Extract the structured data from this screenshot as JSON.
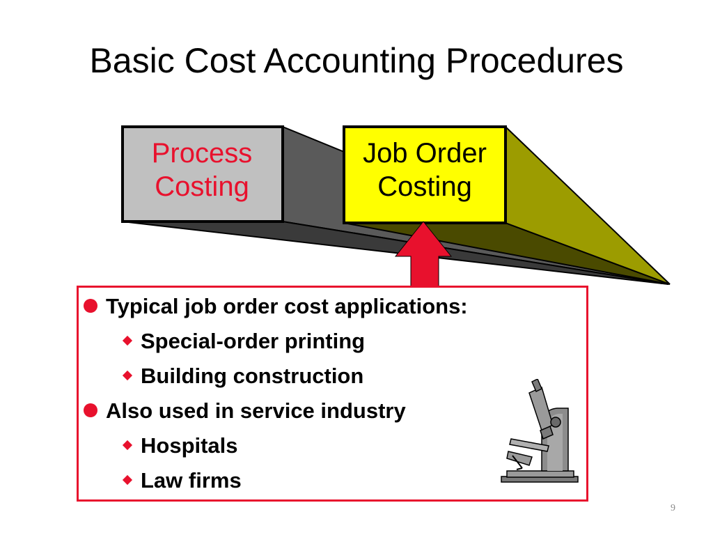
{
  "slide": {
    "title": "Basic Cost Accounting Procedures",
    "page_number": "9"
  },
  "costing_types": {
    "process": {
      "line1": "Process",
      "line2": "Costing"
    },
    "job_order": {
      "line1": "Job Order",
      "line2": "Costing"
    }
  },
  "bullets": [
    {
      "text": "Typical job order cost applications:",
      "subitems": [
        "Special-order printing",
        "Building construction"
      ]
    },
    {
      "text": "Also used in service industry",
      "subitems": [
        "Hospitals",
        "Law firms"
      ]
    }
  ],
  "colors": {
    "accent_red": "#e8112d",
    "job_box_yellow": "#ffff00",
    "process_box_gray": "#c0c0c0",
    "wedge_olive": "#9c9c00"
  },
  "icons": {
    "bullet_level1": "red-circle-bullet-icon",
    "bullet_level2": "red-diamond-bullet-icon",
    "illustration": "microscope-icon",
    "pointer": "red-up-arrow-icon"
  }
}
